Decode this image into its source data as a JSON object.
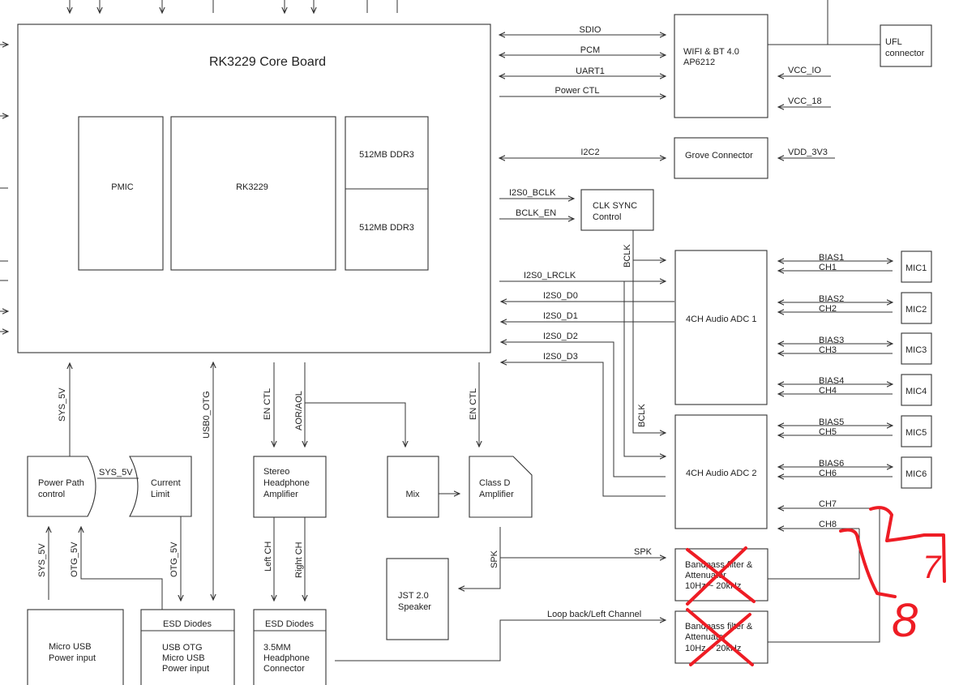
{
  "blocks": {
    "core": "RK3229 Core Board",
    "pmic": "PMIC",
    "soc": "RK3229",
    "ddr_a": "512MB DDR3",
    "ddr_b": "512MB DDR3",
    "wifi_1": "WIFI & BT 4.0",
    "wifi_2": "AP6212",
    "ufl_1": "UFL",
    "ufl_2": "connector",
    "grove": "Grove Connector",
    "clk_1": "CLK SYNC",
    "clk_2": "Control",
    "adc1": "4CH Audio ADC 1",
    "adc2": "4CH Audio ADC 2",
    "mic1": "MIC1",
    "mic2": "MIC2",
    "mic3": "MIC3",
    "mic4": "MIC4",
    "mic5": "MIC5",
    "mic6": "MIC6",
    "ppath_1": "Power Path",
    "ppath_2": "control",
    "climit_1": "Current",
    "climit_2": "Limit",
    "amp_1": "Stereo",
    "amp_2": "Headphone",
    "amp_3": "Amplifier",
    "mix": "Mix",
    "classd_1": "Class D",
    "classd_2": "Amplifier",
    "jst_1": "JST 2.0",
    "jst_2": "Speaker",
    "bp1_1": "Bandpass filter &",
    "bp1_2": "Attenuator",
    "bp1_3": "10Hz ~ 20kHz",
    "bp2_1": "Bandpass filter &",
    "bp2_2": "Attenuator",
    "bp2_3": "10Hz ~ 20kHz",
    "musb_1": "Micro USB",
    "musb_2": "Power input",
    "esd": "ESD Diodes",
    "otg_1": "USB OTG",
    "otg_2": "Micro USB",
    "otg_3": "Power input",
    "jack_1": "3.5MM",
    "jack_2": "Headphone",
    "jack_3": "Connector"
  },
  "signals": {
    "sdio": "SDIO",
    "pcm": "PCM",
    "uart1": "UART1",
    "power_ctl": "Power CTL",
    "vcc_io": "VCC_IO",
    "vcc_18": "VCC_18",
    "i2c2": "I2C2",
    "vdd_3v3": "VDD_3V3",
    "i2s0_bclk": "I2S0_BCLK",
    "bclk_en": "BCLK_EN",
    "bclk": "BCLK",
    "i2s0_lrclk": "I2S0_LRCLK",
    "i2s0_d0": "I2S0_D0",
    "i2s0_d1": "I2S0_D1",
    "i2s0_d2": "I2S0_D2",
    "i2s0_d3": "I2S0_D3",
    "bias1": "BIAS1",
    "ch1": "CH1",
    "bias2": "BIAS2",
    "ch2": "CH2",
    "bias3": "BIAS3",
    "ch3": "CH3",
    "bias4": "BIAS4",
    "ch4": "CH4",
    "bias5": "BIAS5",
    "ch5": "CH5",
    "bias6": "BIAS6",
    "ch6": "CH6",
    "ch7": "CH7",
    "ch8": "CH8",
    "spk": "SPK",
    "loopback": "Loop back/Left Channel",
    "sys_5v": "SYS_5V",
    "usb0_otg": "USB0_OTG",
    "en_ctl": "EN CTL",
    "aor_aol": "AOR/AOL",
    "otg_5v": "OTG_5V",
    "left_ch": "Left CH",
    "right_ch": "Right CH"
  },
  "annotation": {
    "color": "#ee1c24",
    "marks": [
      "7",
      "8"
    ]
  }
}
